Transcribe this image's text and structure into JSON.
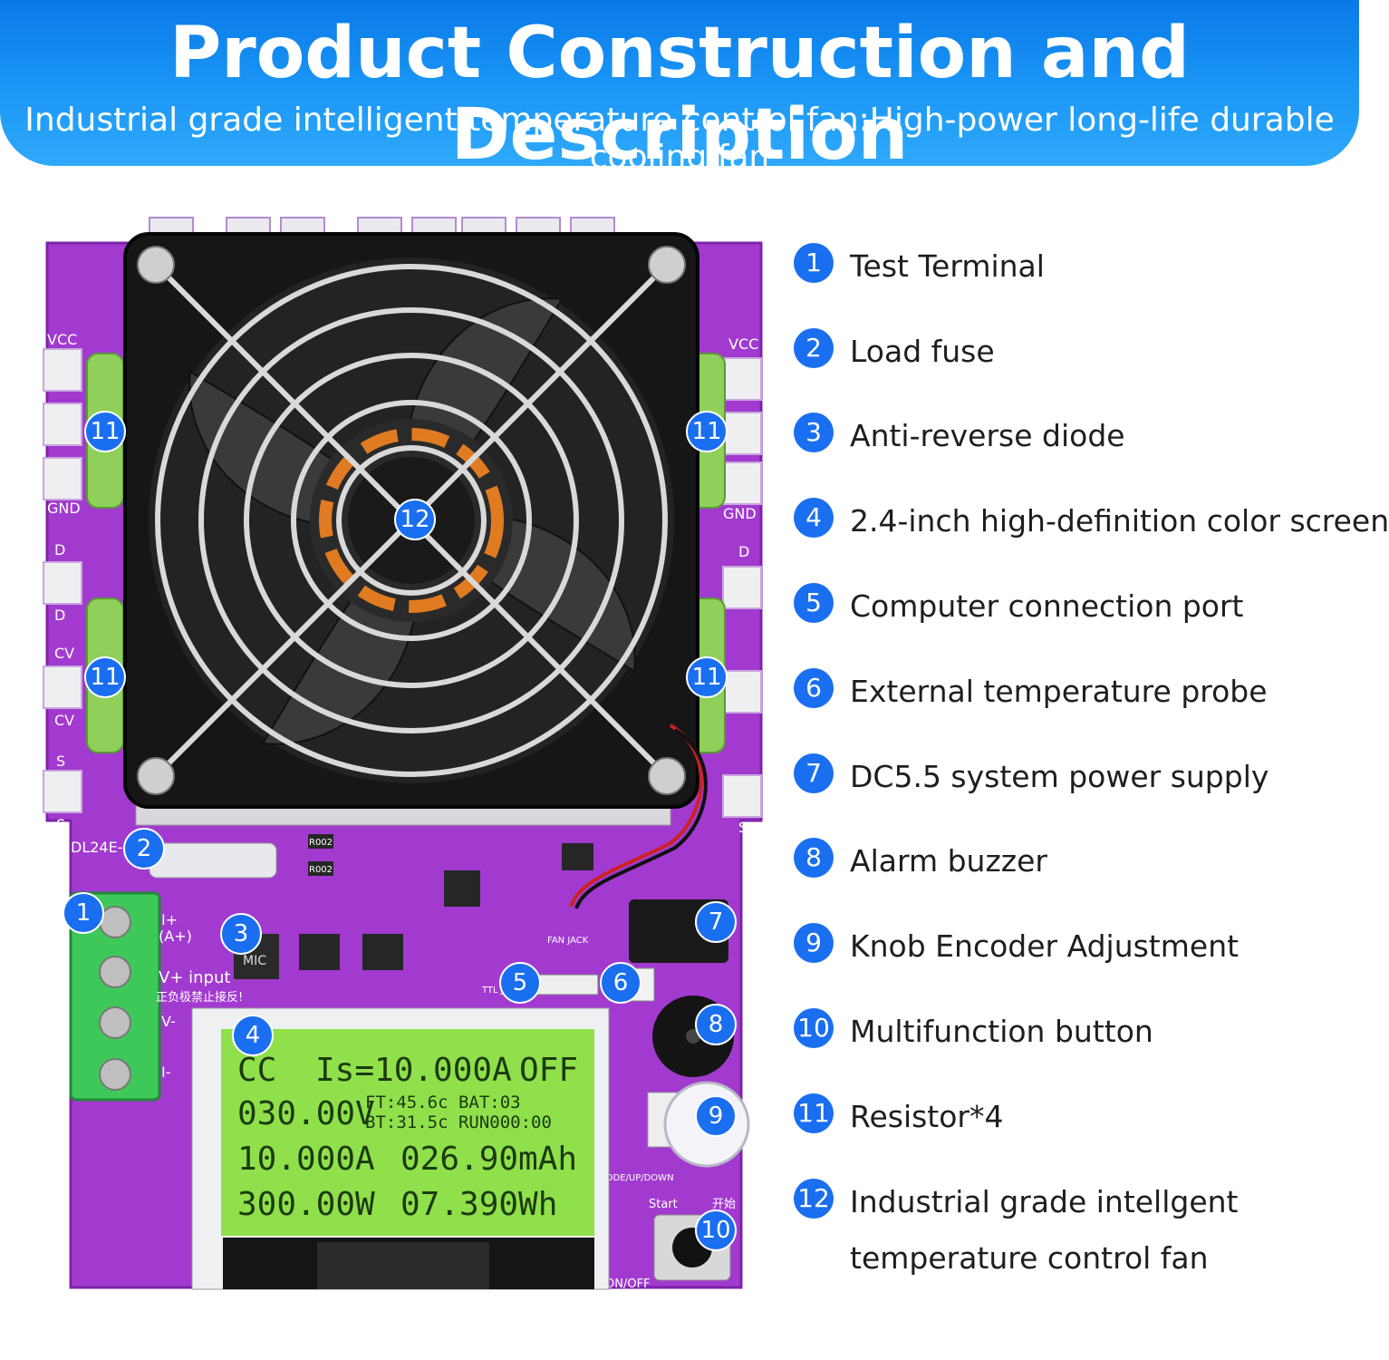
{
  "header": {
    "title": "Product Construction and Description",
    "subtitle": "Industrial grade intelligent temperature control fan:High-power long-life durable cooling fan"
  },
  "legend": [
    {
      "num": "1",
      "text": "Test Terminal"
    },
    {
      "num": "2",
      "text": "Load fuse"
    },
    {
      "num": "3",
      "text": "Anti-reverse diode"
    },
    {
      "num": "4",
      "text": "2.4-inch high-definition color screen"
    },
    {
      "num": "5",
      "text": "Computer connection port"
    },
    {
      "num": "6",
      "text": "External temperature probe"
    },
    {
      "num": "7",
      "text": "DC5.5 system power supply"
    },
    {
      "num": "8",
      "text": "Alarm buzzer"
    },
    {
      "num": "9",
      "text": "Knob Encoder Adjustment"
    },
    {
      "num": "10",
      "text": "Multifunction button"
    },
    {
      "num": "11",
      "text": "Resistor*4"
    },
    {
      "num": "12",
      "text_line1": "Industrial grade intellgent",
      "text_line2": "temperature control fan"
    }
  ],
  "board_labels": {
    "vcc": "VCC",
    "gnd": "GND",
    "d": "D",
    "cv": "CV",
    "s": "S",
    "model": "DL24E-",
    "input": "V+ input",
    "i_plus": "I+",
    "a_plus": "(A+)",
    "v_minus": "V-",
    "i_minus": "I-",
    "reverse_warning": "正负极禁止接反!",
    "diode_mark": "MIC",
    "fan_jack": "FAN JACK",
    "ttl_jack": "TTL JACK",
    "start": "Start",
    "start_cn": "开始",
    "on_off": "ON/OFF",
    "mode_up_down": "MODE/UP/DOWN",
    "r002": "R002"
  },
  "lcd": {
    "row1_left": "CC",
    "row1_mid": "Is=10.000A",
    "row1_right": "OFF",
    "row2_left": "030.00V",
    "row2_info_a": "FT:45.6c BAT:03",
    "row2_info_b": "BT:31.5c RUN000:00",
    "row3_left": "10.000A",
    "row3_right": "026.90mAh",
    "row4_left": "300.00W",
    "row4_right": "07.390Wh"
  },
  "badges": [
    "1",
    "2",
    "3",
    "4",
    "5",
    "6",
    "7",
    "8",
    "9",
    "10",
    "11",
    "12"
  ],
  "colors": {
    "header_blue": "#1b8ef2",
    "badge_blue": "#1a6ef0",
    "board_purple": "#a23ad0",
    "lcd_green": "#8fe04a",
    "terminal_green": "#3fc85a"
  }
}
